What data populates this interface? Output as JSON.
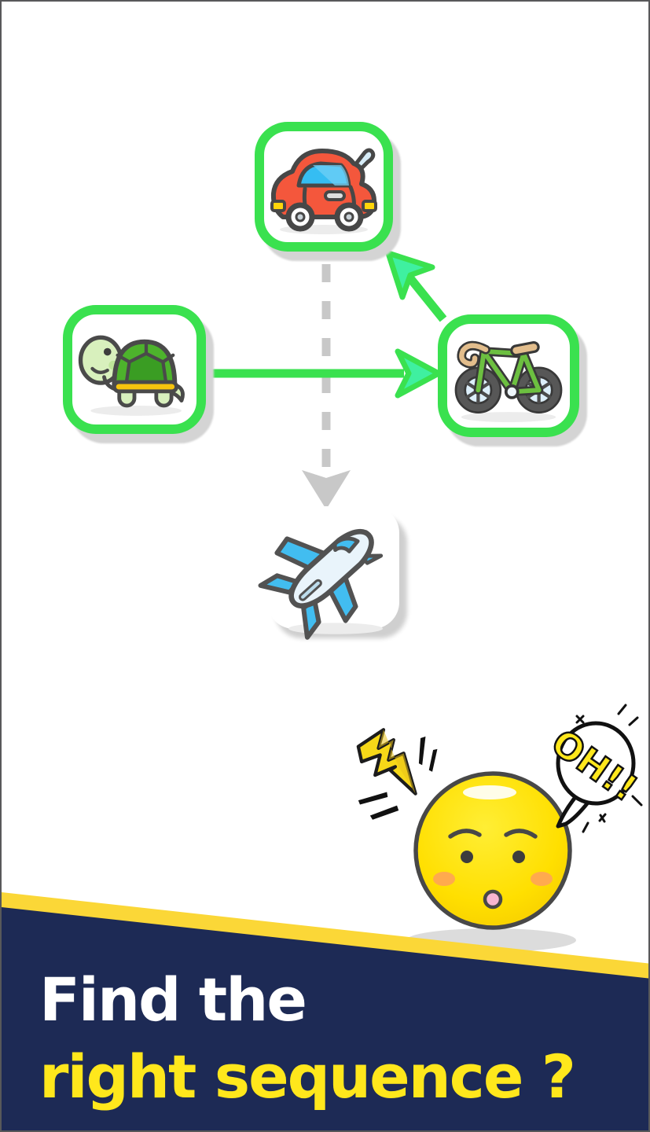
{
  "banner": {
    "line1": "Find the",
    "line2": "right sequence ?",
    "bg_color": "#1d2a55",
    "stripe_color": "#fbd737",
    "line1_color": "#ffffff",
    "line2_color": "#ffe71c"
  },
  "bubble": {
    "text": "OH!!"
  },
  "nodes": [
    {
      "id": "car",
      "icon": "car-icon",
      "framed": true
    },
    {
      "id": "turtle",
      "icon": "turtle-icon",
      "framed": true
    },
    {
      "id": "bicycle",
      "icon": "bicycle-icon",
      "framed": true
    },
    {
      "id": "airplane",
      "icon": "airplane-icon",
      "framed": false
    }
  ],
  "connections": [
    {
      "from": "turtle",
      "to": "bicycle",
      "style": "solid-green-arrow"
    },
    {
      "from": "bicycle",
      "to": "car",
      "style": "solid-green-arrow"
    },
    {
      "from": "car",
      "to": "airplane",
      "style": "dashed-gray-arrow"
    }
  ],
  "colors": {
    "frame_green": "#3ae14f",
    "arrowhead_fill": "#3ff0a0",
    "dash_gray": "#c8c8c8",
    "navy": "#1d2a55",
    "stripe_yellow": "#fbd737",
    "text_yellow": "#ffe71c",
    "emoji_yellow": "#ffdf00"
  }
}
